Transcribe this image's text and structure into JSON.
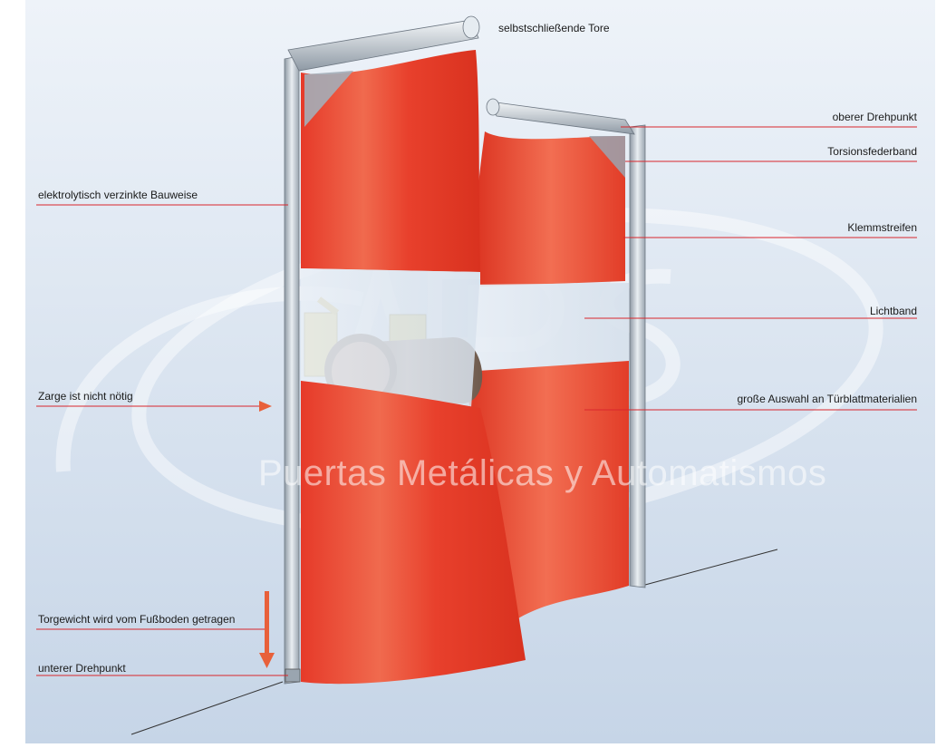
{
  "diagram": {
    "labels": {
      "title": "selbstschließende Tore",
      "upper_pivot": "oberer Drehpunkt",
      "torsion_spring": "Torsionsfederband",
      "clamp_strip": "Klemmstreifen",
      "light_band": "Lichtband",
      "materials": "große Auswahl an Türblattmaterialien",
      "galvanized": "elektrolytisch verzinkte Bauweise",
      "no_frame": "Zarge ist nicht nötig",
      "weight": "Torgewicht wird vom Fußboden getragen",
      "lower_pivot": "unterer Drehpunkt"
    },
    "watermark": {
      "logo": "APS",
      "tagline": "Puertas Metálicas y Automatismos"
    },
    "colors": {
      "background_top": "#eef3f9",
      "background_bottom": "#c9d7e8",
      "curtain": "#e8432f",
      "curtain_light": "#f47a5e",
      "leader_line": "#d9262c",
      "arrow": "#e8603a",
      "frame": "#b7c0c9"
    }
  }
}
